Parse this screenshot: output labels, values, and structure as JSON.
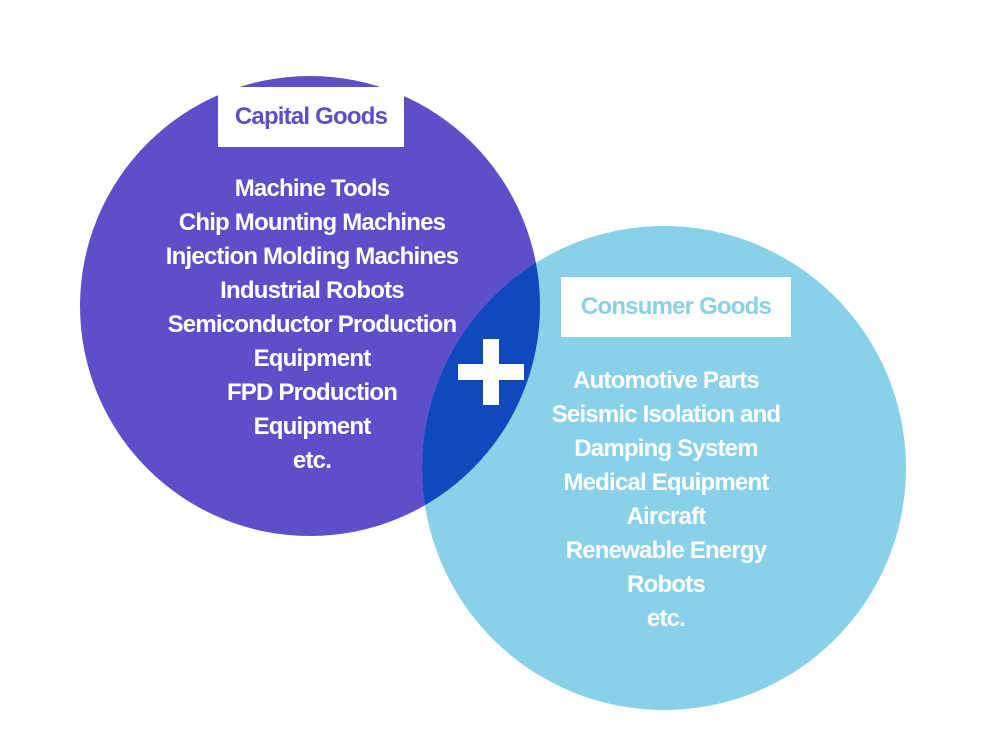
{
  "colors": {
    "capital": "#5e4ec9",
    "consumer": "#88d1e8",
    "overlap": "#1048bd",
    "plus": "#ffffff"
  },
  "capital_goods": {
    "title": "Capital Goods",
    "items": [
      "Machine Tools",
      "Chip Mounting Machines",
      "Injection Molding Machines",
      "Industrial Robots",
      "Semiconductor Production",
      "Equipment",
      "FPD Production",
      "Equipment",
      "etc."
    ]
  },
  "consumer_goods": {
    "title": "Consumer Goods",
    "items": [
      "Automotive Parts",
      "Seismic Isolation and",
      "Damping System",
      "Medical Equipment",
      "Aircraft",
      "Renewable Energy",
      "Robots",
      "etc."
    ]
  },
  "plus_symbol": "plus-icon"
}
